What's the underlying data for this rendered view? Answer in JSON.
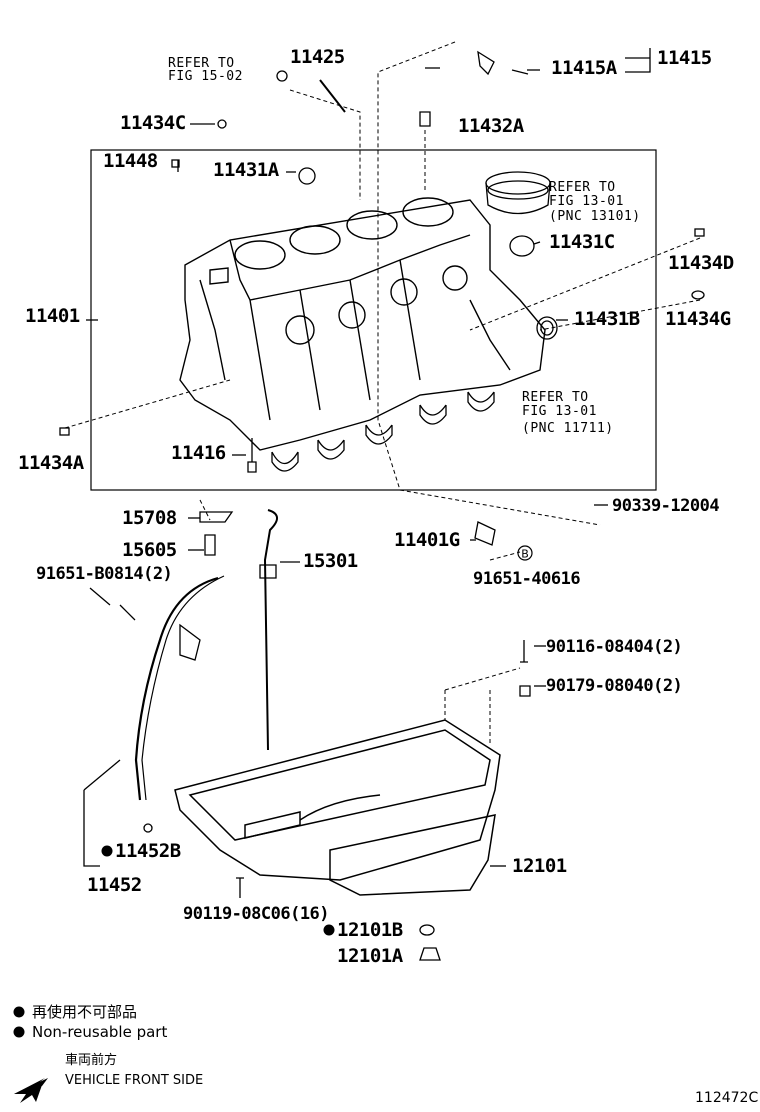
{
  "parts": {
    "p11425": "11425",
    "p11415A": "11415A",
    "p11415": "11415",
    "p11434C": "11434C",
    "p11432A": "11432A",
    "p11448": "11448",
    "p11431A": "11431A",
    "p11431C": "11431C",
    "p11434D": "11434D",
    "p11401": "11401",
    "p11431B": "11431B",
    "p11434G": "11434G",
    "p11434A": "11434A",
    "p11416": "11416",
    "p15708": "15708",
    "p90339": "90339-12004",
    "p11401G": "11401G",
    "p15605": "15605",
    "p15301": "15301",
    "p91651a": "91651-B0814(2)",
    "p91651b": "91651-40616",
    "p90116": "90116-08404(2)",
    "p90179": "90179-08040(2)",
    "p11452B": "11452B",
    "p12101": "12101",
    "p11452": "11452",
    "p90119": "90119-08C06(16)",
    "p12101B": "12101B",
    "p12101A": "12101A"
  },
  "refs": {
    "refer1_l1": "REFER TO",
    "refer1_l2": "FIG 15-02",
    "refer2_l1": "REFER TO",
    "refer2_l2": "FIG 13-01",
    "refer2_l3": "(PNC 13101)",
    "refer3_l1": "REFER TO",
    "refer3_l2": "FIG 13-01",
    "refer3_l3": "(PNC 11711)"
  },
  "markers": {
    "b_circle": "B"
  },
  "legend": {
    "jp_nonreusable": "再使用不可部品",
    "en_nonreusable": "Non-reusable part",
    "jp_front": "車両前方",
    "en_front": "VEHICLE FRONT SIDE"
  },
  "figure_code": "112472C"
}
